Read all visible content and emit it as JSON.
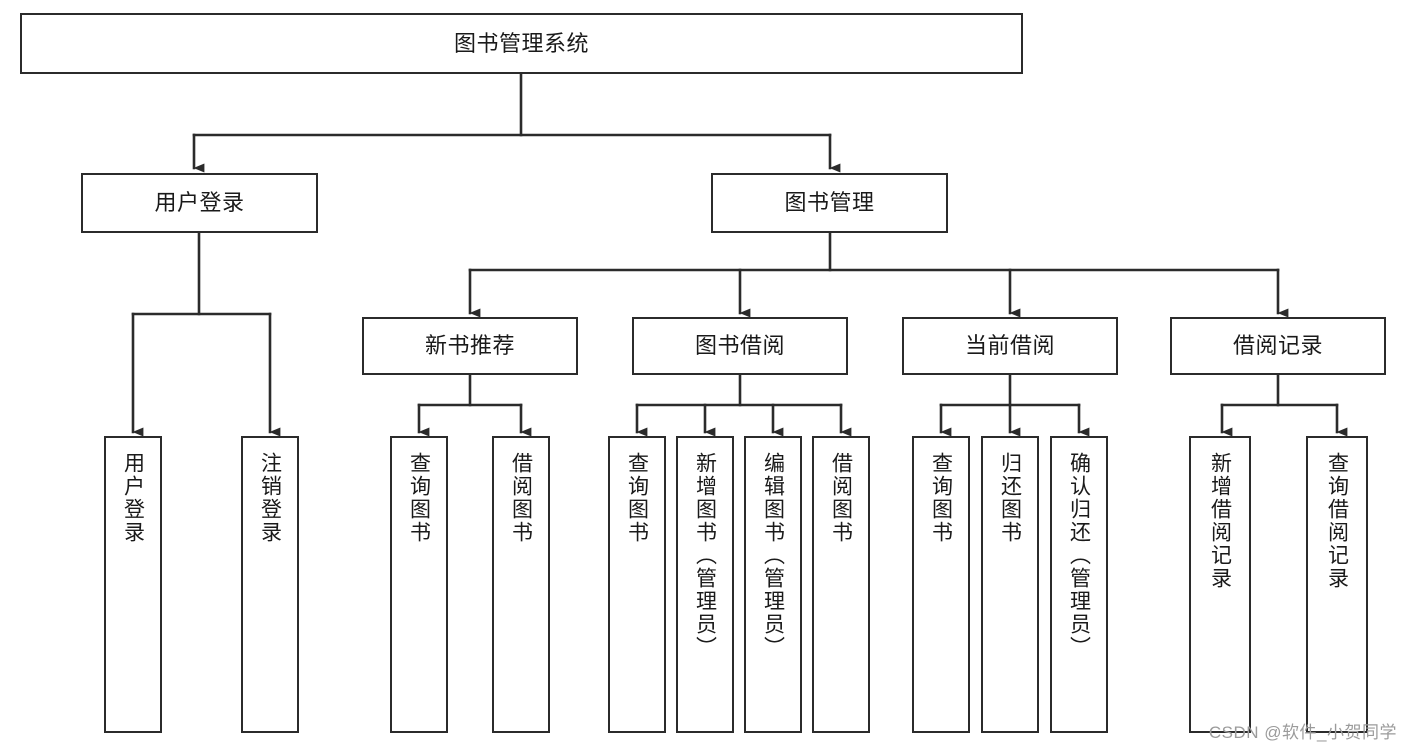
{
  "diagram": {
    "title": "图书管理系统",
    "type": "hierarchy-tree",
    "watermark": "CSDN @软件_小贺同学",
    "colors": {
      "box_border": "#2b2b2b",
      "box_fill": "#ffffff",
      "connector": "#2b2b2b",
      "text": "#1a1a1a",
      "watermark": "#9b9b9b"
    },
    "nodes": {
      "root": {
        "label": "图书管理系统"
      },
      "level2": [
        {
          "id": "user-login",
          "label": "用户登录"
        },
        {
          "id": "book-manage",
          "label": "图书管理"
        }
      ],
      "level3": [
        {
          "id": "new-book-recommend",
          "label": "新书推荐"
        },
        {
          "id": "book-borrow",
          "label": "图书借阅"
        },
        {
          "id": "current-borrow",
          "label": "当前借阅"
        },
        {
          "id": "borrow-record",
          "label": "借阅记录"
        }
      ],
      "leaves": {
        "user_login": [
          {
            "id": "leaf-user-login",
            "label": "用户登录"
          },
          {
            "id": "leaf-logout",
            "label": "注销登录"
          }
        ],
        "new_book_recommend": [
          {
            "id": "leaf-query-book-1",
            "label": "查询图书"
          },
          {
            "id": "leaf-borrow-book-1",
            "label": "借阅图书"
          }
        ],
        "book_borrow": [
          {
            "id": "leaf-query-book-2",
            "label": "查询图书"
          },
          {
            "id": "leaf-add-book",
            "label": "新增图书（管理员）"
          },
          {
            "id": "leaf-edit-book",
            "label": "编辑图书（管理员）"
          },
          {
            "id": "leaf-borrow-book-2",
            "label": "借阅图书"
          }
        ],
        "current_borrow": [
          {
            "id": "leaf-query-book-3",
            "label": "查询图书"
          },
          {
            "id": "leaf-return-book",
            "label": "归还图书"
          },
          {
            "id": "leaf-confirm-return",
            "label": "确认归还（管理员）"
          }
        ],
        "borrow_record": [
          {
            "id": "leaf-add-record",
            "label": "新增借阅记录"
          },
          {
            "id": "leaf-query-record",
            "label": "查询借阅记录"
          }
        ]
      }
    }
  }
}
